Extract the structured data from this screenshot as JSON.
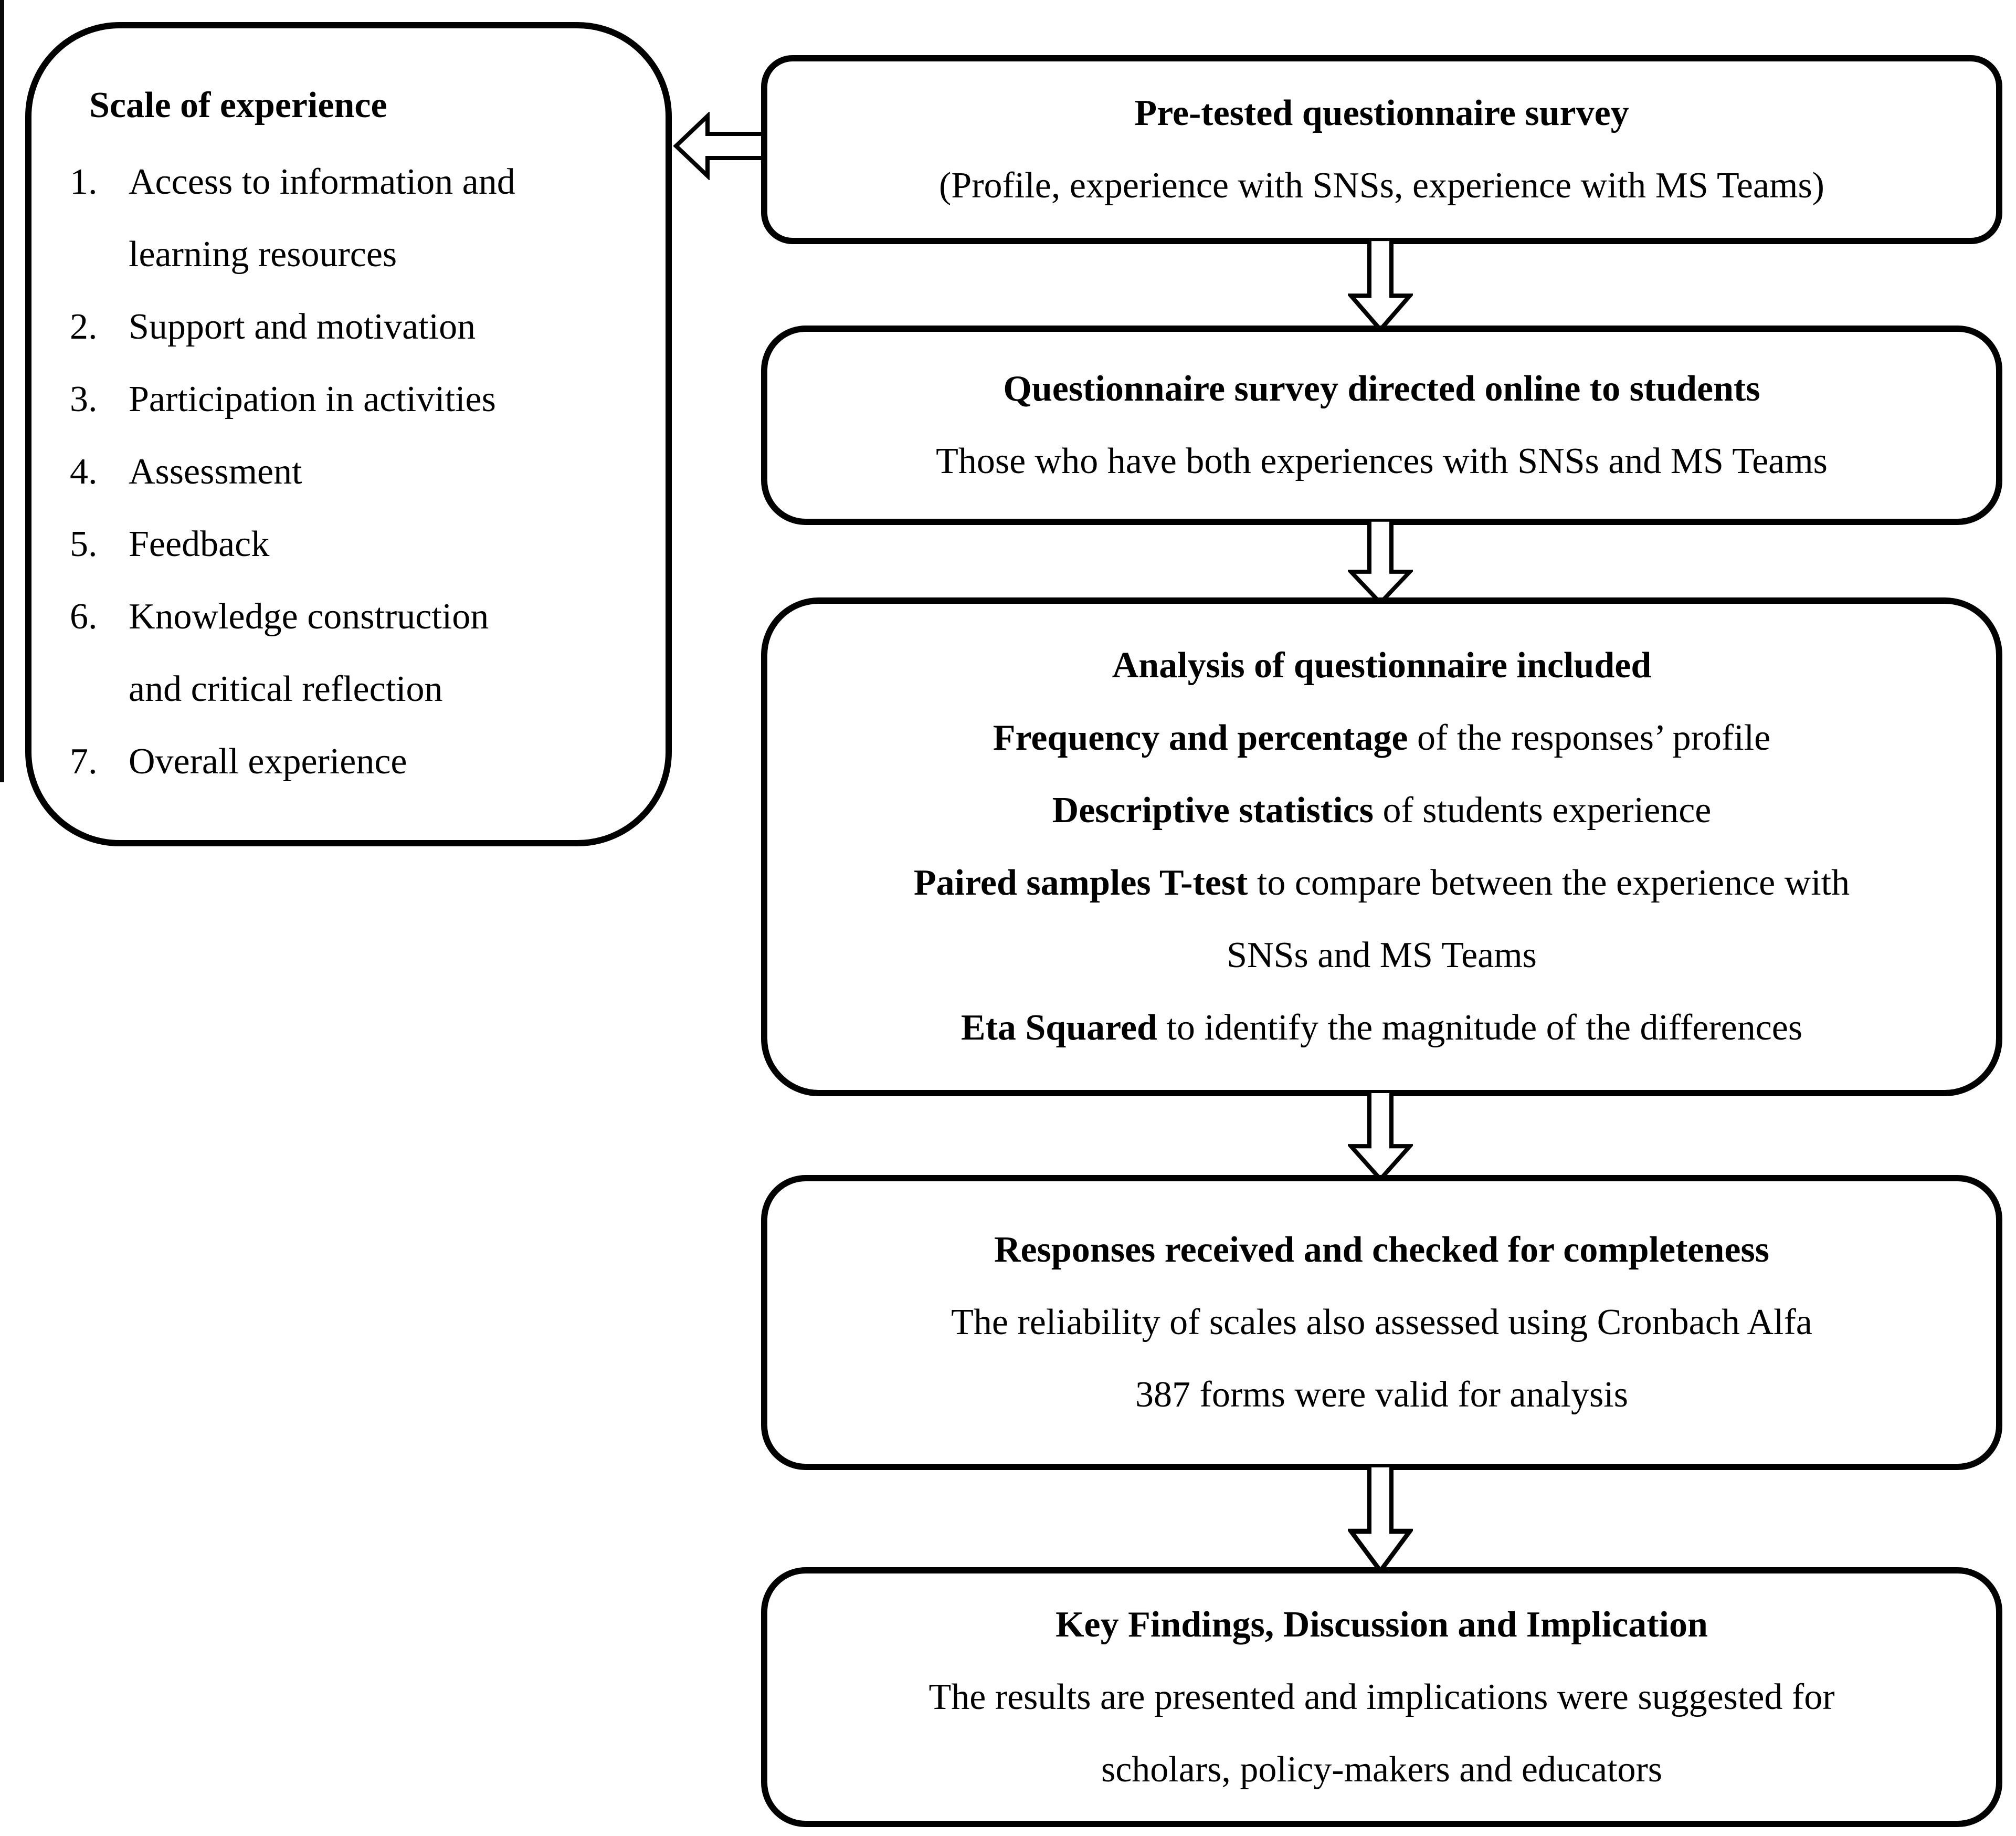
{
  "figure": {
    "background": "#ffffff",
    "stroke_color": "#000000",
    "fill_color": "#ffffff"
  },
  "scale_box": {
    "title": "Scale of experience",
    "items": [
      {
        "num": "1.",
        "text": "Access to information and\nlearning resources"
      },
      {
        "num": "2.",
        "text": "Support and motivation"
      },
      {
        "num": "3.",
        "text": "Participation in activities"
      },
      {
        "num": "4.",
        "text": "Assessment"
      },
      {
        "num": "5.",
        "text": "Feedback"
      },
      {
        "num": "6.",
        "text": "Knowledge construction\nand critical reflection"
      },
      {
        "num": "7.",
        "text": "Overall experience"
      }
    ]
  },
  "flow": {
    "pretested": {
      "title": "Pre-tested questionnaire survey",
      "subtitle": "(Profile, experience with SNSs, experience with MS Teams)"
    },
    "directed": {
      "title": "Questionnaire survey directed online to students",
      "subtitle": "Those who have both experiences with SNSs and MS Teams"
    },
    "analysis": {
      "title": "Analysis of questionnaire included",
      "lines": [
        {
          "bold": "Frequency and percentage",
          "rest": " of the responses’ profile"
        },
        {
          "bold": "Descriptive statistics",
          "rest": " of students experience"
        },
        {
          "bold": "Paired samples T-test",
          "rest": " to compare between the experience with"
        },
        {
          "bold": "",
          "rest": "SNSs and MS Teams"
        },
        {
          "bold": "Eta Squared",
          "rest": " to identify the magnitude of the differences"
        }
      ]
    },
    "responses": {
      "title": "Responses received and checked for completeness",
      "lines": [
        "The reliability of scales also assessed using Cronbach Alfa",
        "387 forms were valid for analysis"
      ]
    },
    "findings": {
      "title": "Key Findings, Discussion and Implication",
      "lines": [
        "The results are presented and implications were suggested for",
        "scholars, policy-makers and educators"
      ]
    }
  }
}
